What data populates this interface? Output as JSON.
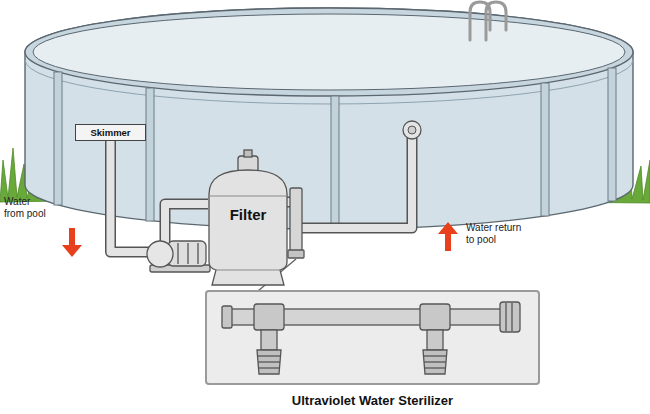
{
  "diagram": {
    "nodes": [
      {
        "text": [
          "Skimmer"
        ]
      },
      {
        "text": [
          "Filter"
        ]
      },
      {
        "text": [
          "Ultraviolet Water Sterilizer"
        ]
      }
    ],
    "edges": [
      {
        "from": 0,
        "to": 1,
        "arrow": "none"
      }
    ],
    "labels": [
      "Water from pool",
      "Water return to pool"
    ]
  }
}
